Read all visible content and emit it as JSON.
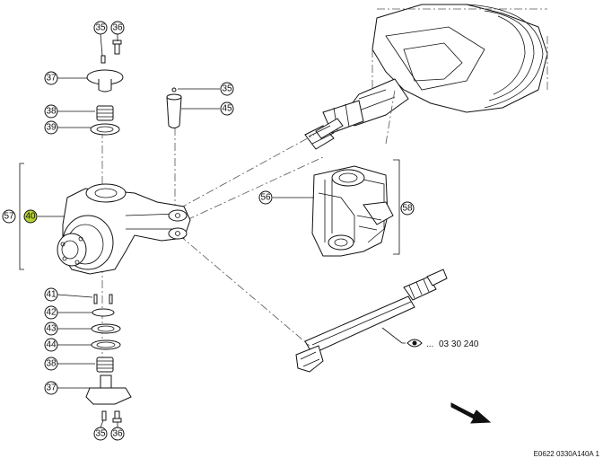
{
  "callouts": {
    "c35_top": "35",
    "c36_top": "36",
    "c37_top": "37",
    "c38_top": "38",
    "c39": "39",
    "c35_pin": "35",
    "c45": "45",
    "c57": "57",
    "c40": "40",
    "c56": "56",
    "c58": "58",
    "c41": "41",
    "c42": "42",
    "c43": "43",
    "c44": "44",
    "c38_bot": "38",
    "c37_bot": "37",
    "c35_bot": "35",
    "c36_bot": "36"
  },
  "reference": {
    "dots": "...",
    "number": "03 30 240",
    "icon": "eye-icon"
  },
  "direction_arrow": "arrow-icon",
  "figure_code": "E0622 0330A140A 1",
  "colors": {
    "highlight": "#b5d334",
    "line": "#111111"
  }
}
